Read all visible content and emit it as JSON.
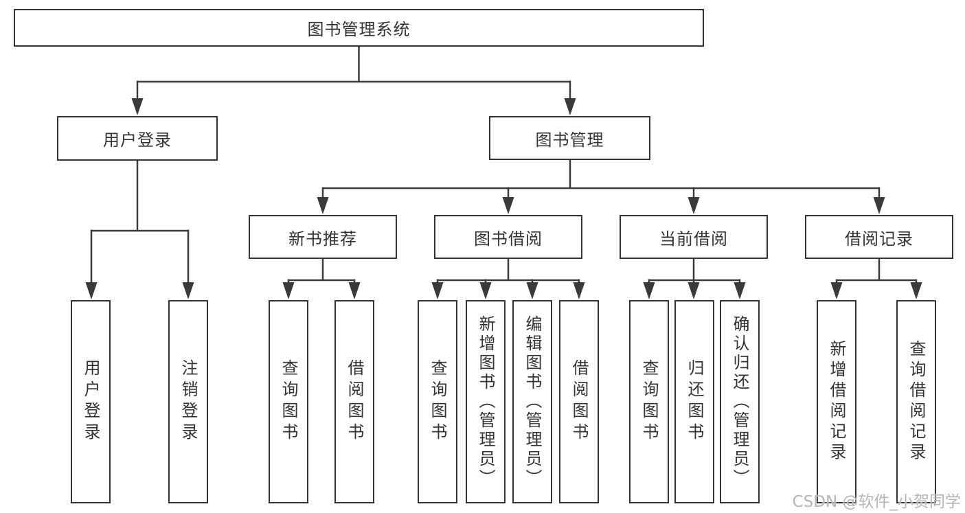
{
  "diagram": {
    "root": "图书管理系统",
    "user_branch": {
      "label": "用户登录",
      "leaves": [
        "用户登录",
        "注销登录"
      ]
    },
    "book_branch": {
      "label": "图书管理",
      "groups": [
        {
          "label": "新书推荐",
          "leaves": [
            "查询图书",
            "借阅图书"
          ]
        },
        {
          "label": "图书借阅",
          "leaves": [
            "查询图书",
            "新增图书（管理员）",
            "编辑图书（管理员）",
            "借阅图书"
          ]
        },
        {
          "label": "当前借阅",
          "leaves": [
            "查询图书",
            "归还图书",
            "确认归还（管理员）"
          ]
        },
        {
          "label": "借阅记录",
          "leaves": [
            "新增借阅记录",
            "查询借阅记录"
          ]
        }
      ]
    }
  },
  "watermark": {
    "text": "CSDN @软件_小贺同学"
  },
  "colors": {
    "line": "#3a3a3a",
    "border": "#333333",
    "text": "#333333",
    "watermark": "#b5b5b5",
    "background": "#ffffff"
  }
}
